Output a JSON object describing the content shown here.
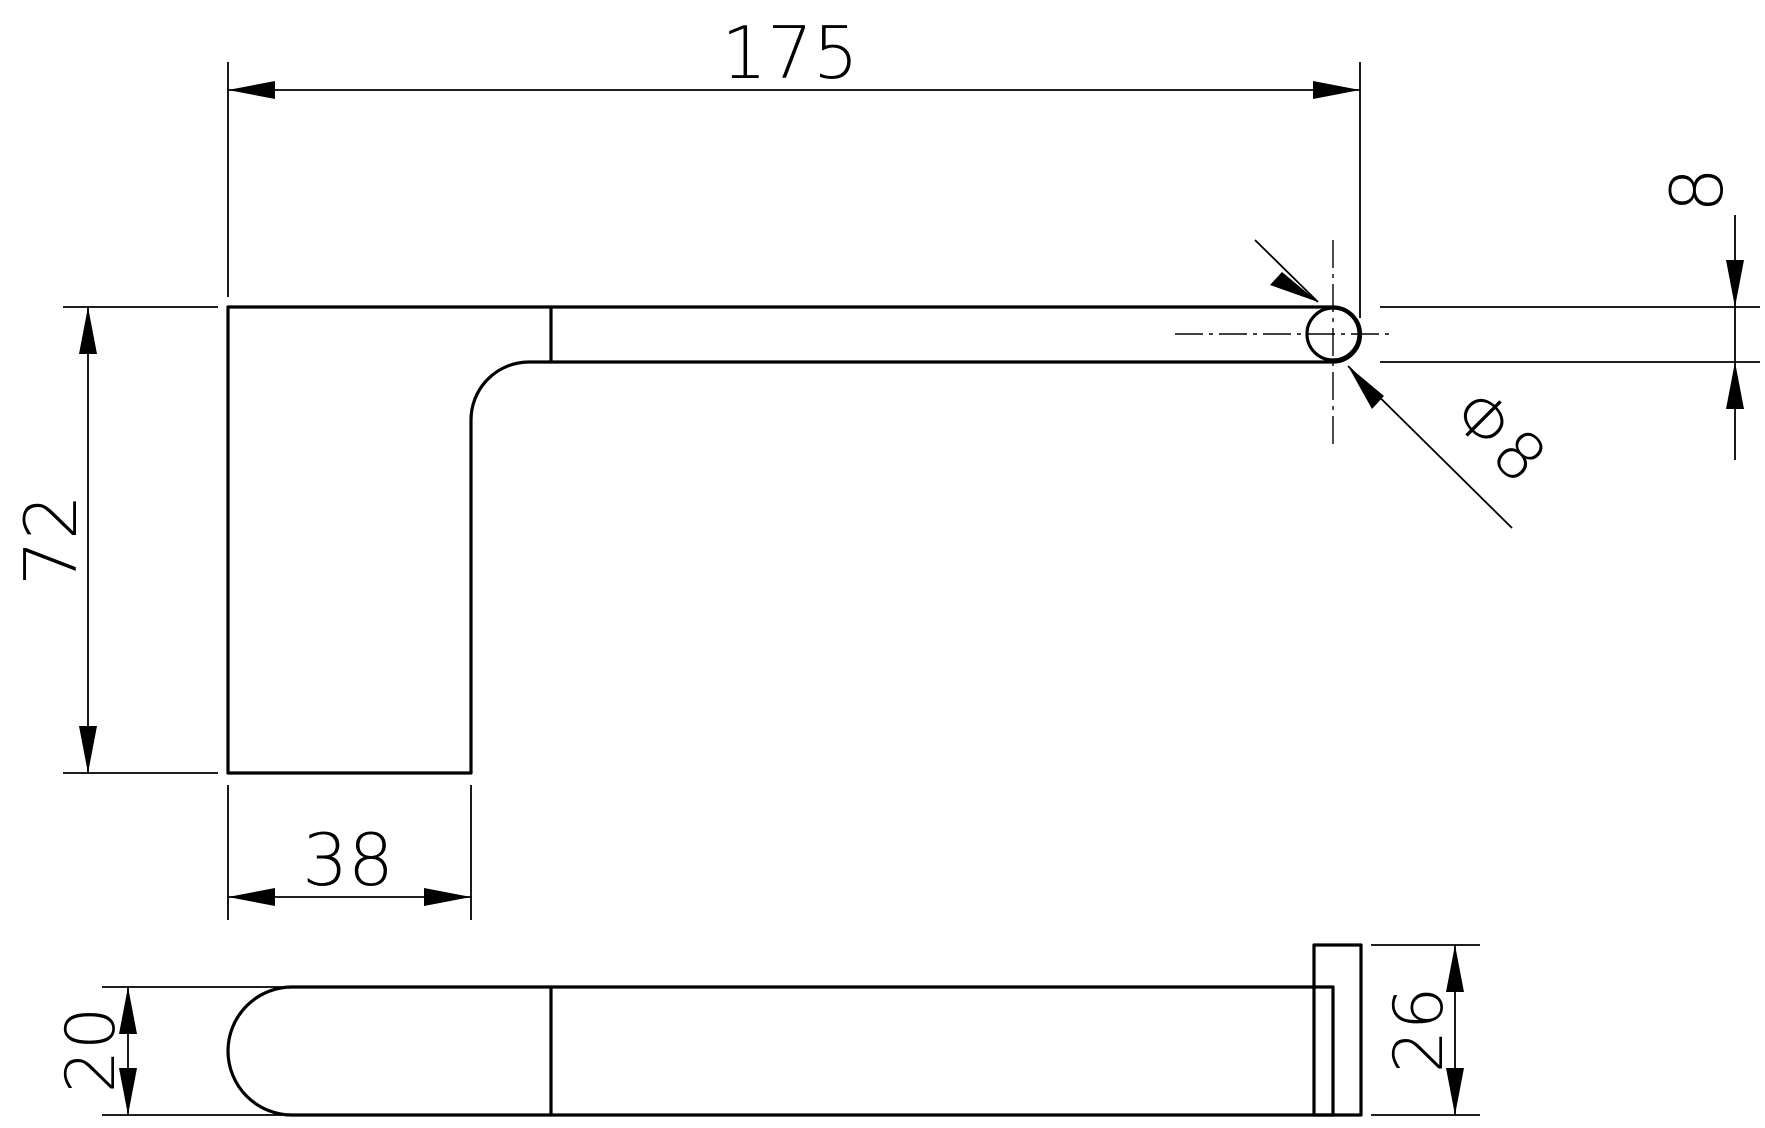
{
  "colors": {
    "line": "#000000",
    "background": "#ffffff"
  },
  "dimensions": {
    "overall_length": "175",
    "height": "72",
    "base_width": "38",
    "bar_thickness": "8",
    "rod_diameter": "Φ8",
    "plate_thickness": "20",
    "depth": "26"
  }
}
